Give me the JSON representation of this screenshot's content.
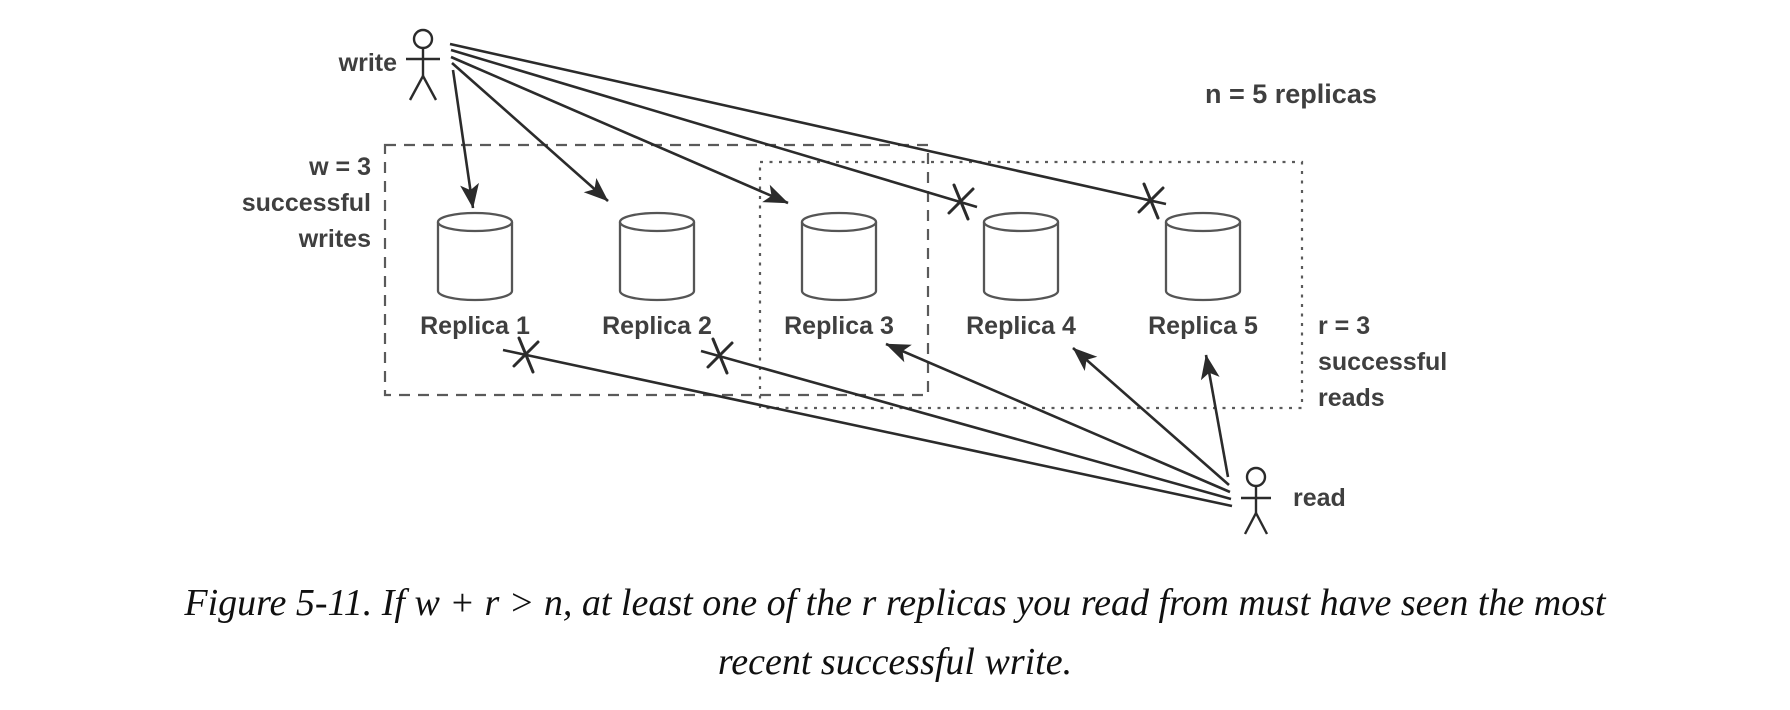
{
  "figure": {
    "annotations": {
      "writer": "write",
      "reader": "read",
      "replica_count": "n = 5 replicas",
      "write_quorum": [
        "w = 3",
        "successful",
        "writes"
      ],
      "read_quorum": [
        "r = 3",
        "successful",
        "reads"
      ]
    },
    "replicas": [
      "Replica 1",
      "Replica 2",
      "Replica 3",
      "Replica 4",
      "Replica 5"
    ],
    "caption": {
      "line1": "Figure 5-11. If w + r > n, at least one of the r replicas you read from must have seen the most",
      "line2": "recent successful write."
    },
    "colors": {
      "ink": "#2b2b2b",
      "cylinder_stroke": "#555555",
      "box_stroke": "#5a5a5a",
      "label_text": "#3f3f3f",
      "caption_text": "#101010",
      "background": "#ffffff"
    }
  }
}
